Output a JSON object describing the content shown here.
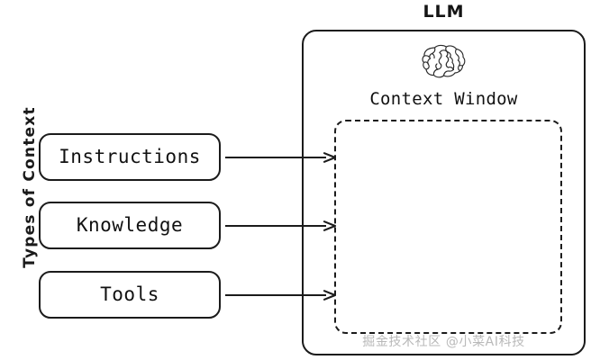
{
  "diagram": {
    "axis_label": "Types of Context",
    "context_types": [
      {
        "label": "Instructions"
      },
      {
        "label": "Knowledge"
      },
      {
        "label": "Tools"
      }
    ],
    "llm": {
      "title": "LLM",
      "icon": "brain-icon",
      "context_window": {
        "title": "Context Window",
        "border_style": "dashed"
      }
    },
    "arrows": [
      {
        "from": "Instructions",
        "to": "Context Window",
        "head": "arrow-head"
      },
      {
        "from": "Knowledge",
        "to": "Context Window",
        "head": "arrow-head"
      },
      {
        "from": "Tools",
        "to": "Context Window",
        "head": "arrow-head"
      }
    ],
    "watermark": "掘金技术社区 @小菜AI科技",
    "colors": {
      "stroke": "#1b1b1b",
      "text": "#111111",
      "background": "#ffffff",
      "watermark": "#b9b9b9"
    }
  }
}
